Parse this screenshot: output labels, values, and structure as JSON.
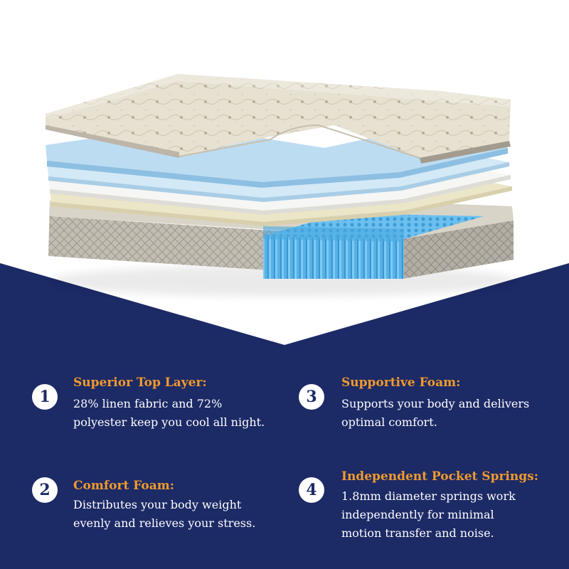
{
  "colors": {
    "navy": "#1c2a66",
    "accent": "#f19a2c",
    "spring_blue": "#5cb8ec",
    "foam_blue": "#bfe0f5",
    "cream": "#efe9cd",
    "quilt": "#e4ddcc",
    "border_gray": "#b6b1a8"
  },
  "illustration": {
    "label": "mattress-layers-illustration"
  },
  "features": [
    {
      "number": "1",
      "title": "Superior Top Layer:",
      "lines": [
        "28% linen fabric and 72%",
        "polyester keep you cool all night."
      ]
    },
    {
      "number": "2",
      "title": "Comfort Foam:",
      "lines": [
        "Distributes your body weight",
        "evenly and relieves your stress."
      ]
    },
    {
      "number": "3",
      "title": "Supportive Foam:",
      "lines": [
        "Supports your body and delivers",
        "optimal comfort."
      ]
    },
    {
      "number": "4",
      "title": "Independent Pocket Springs:",
      "lines": [
        "1.8mm diameter springs work",
        "independently for minimal",
        "motion transfer and noise."
      ]
    }
  ]
}
